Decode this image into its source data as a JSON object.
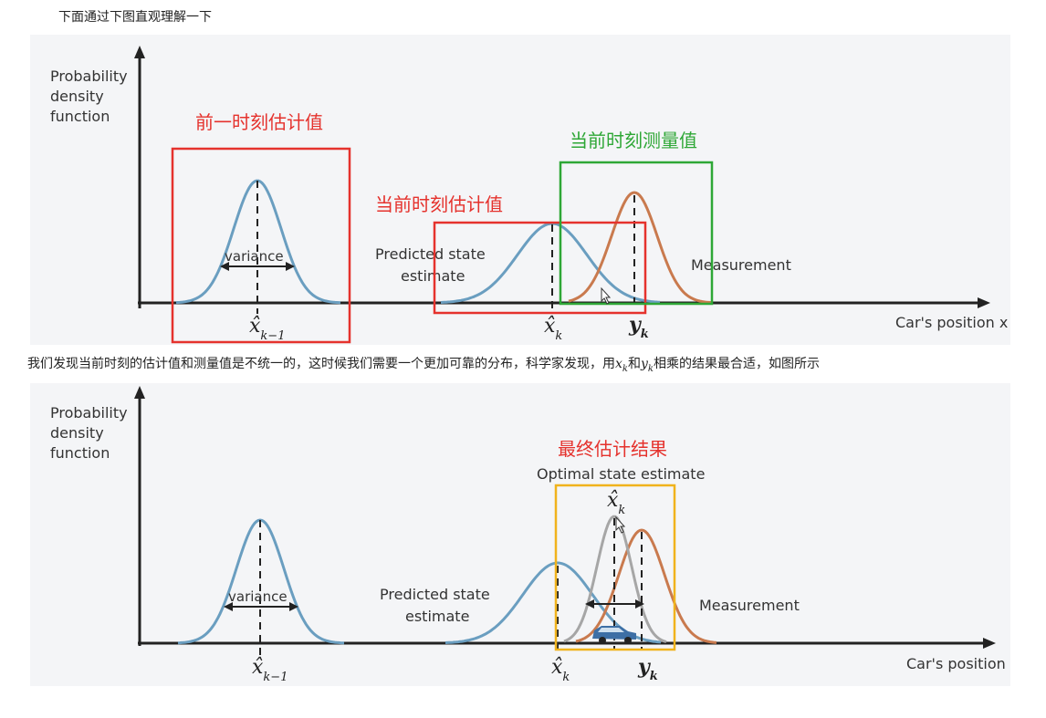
{
  "text": {
    "intro": "下面通过下图直观理解一下",
    "para2_before": "我们发现当前时刻的估计值和测量值是不统一的，这时候我们需要一个更加可靠的分布，科学家发现，用",
    "para2_xk": "x",
    "para2_k1": "k",
    "para2_and": "和",
    "para2_yk": "y",
    "para2_k2": "k",
    "para2_after": "相乘的结果最合适，如图所示"
  },
  "figure1": {
    "ylabel_line1": "Probability",
    "ylabel_line2": "density",
    "ylabel_line3": "function",
    "xlabel": "Car's position x",
    "variance": "variance",
    "predicted_line1": "Predicted state",
    "predicted_line2": "estimate",
    "measurement": "Measurement",
    "cn_prev": "前一时刻估计值",
    "cn_curr_est": "当前时刻估计值",
    "cn_curr_meas": "当前时刻测量值",
    "tick_xhat_prev": "x̂",
    "tick_xhat_prev_sub": "k−1",
    "tick_xhat": "x̂",
    "tick_xhat_sub": "k",
    "tick_y": "y",
    "tick_y_sub": "k"
  },
  "figure2": {
    "ylabel_line1": "Probability",
    "ylabel_line2": "density",
    "ylabel_line3": "function",
    "xlabel": "Car's position",
    "variance": "variance",
    "predicted_line1": "Predicted state",
    "predicted_line2": "estimate",
    "measurement": "Measurement",
    "cn_final": "最终估计结果",
    "optimal": "Optimal state estimate",
    "top_xhat": "x̂",
    "top_xhat_sub": "k",
    "tick_xhat_prev": "x̂",
    "tick_xhat_prev_sub": "k−1",
    "tick_xhat": "x̂",
    "tick_xhat_sub": "k",
    "tick_y": "y",
    "tick_y_sub": "k"
  },
  "colors": {
    "blue_curve": "#6a9ec0",
    "orange_curve": "#c97a4e",
    "gray_curve": "#a6a6a6",
    "red_box": "#e5322d",
    "green_box": "#2ea736",
    "yellow_box": "#f0b31c",
    "car": "#3d6fa5"
  }
}
